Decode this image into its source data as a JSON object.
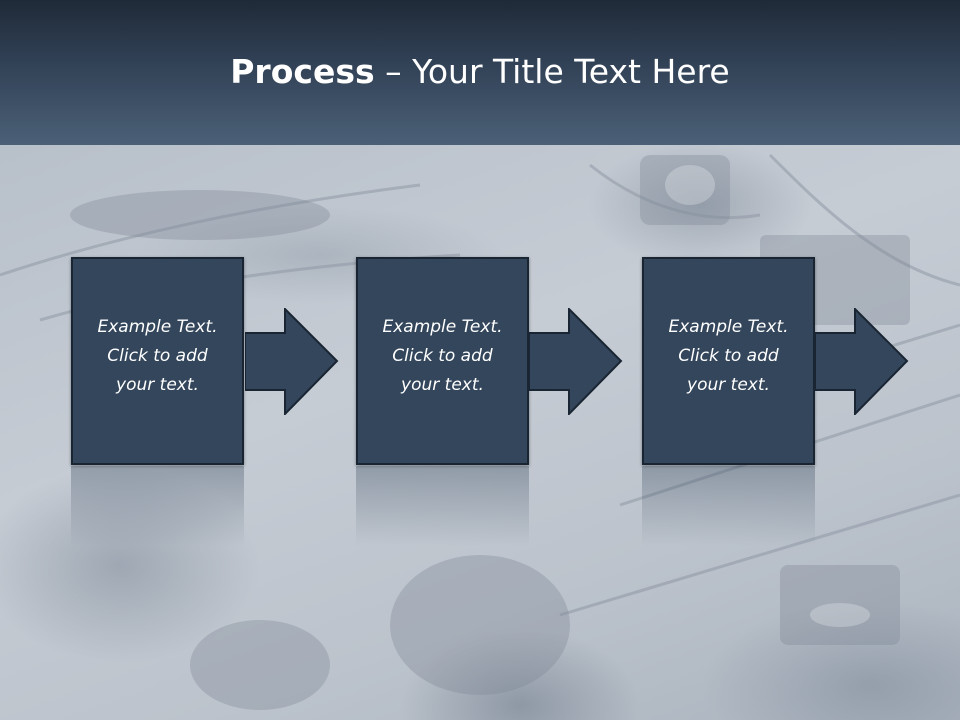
{
  "slide": {
    "title_bold": "Process",
    "title_rest": " – Your Title Text Here"
  },
  "steps": [
    {
      "lines": [
        "Example Text.",
        "Click  to add",
        "your text."
      ]
    },
    {
      "lines": [
        "Example Text.",
        "Click  to add",
        "your text."
      ]
    },
    {
      "lines": [
        "Example Text.",
        "Click  to add",
        "your text."
      ]
    }
  ],
  "colors": {
    "title_band": "#33465b",
    "step_fill": "#33465b",
    "text": "#ffffff"
  }
}
